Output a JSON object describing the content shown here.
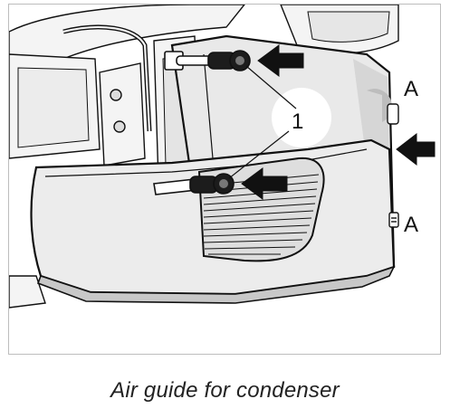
{
  "figure": {
    "caption": "Air guide for condenser",
    "callouts": {
      "part_number": "1",
      "detail_upper": "A",
      "detail_lower": "A"
    }
  },
  "colors": {
    "line": "#111111",
    "panel_fill": "#e9e9e9",
    "shadow_fill": "#c8c8c8",
    "background_parts": "#f4f4f4",
    "highlight": "#ffffff"
  },
  "icons": {
    "arrows": "filled-black-arrow",
    "bolts": "hex-bolt"
  }
}
